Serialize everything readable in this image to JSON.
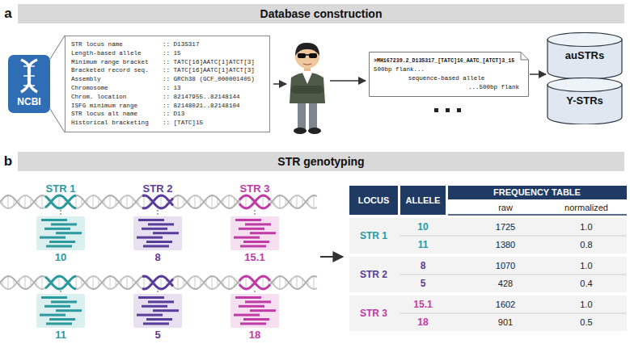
{
  "diagram": {
    "nodes": [
      {
        "text": [
          "Database construction"
        ]
      },
      {
        "text": [
          "NCBI"
        ]
      },
      {
        "text": [
          "STR locus name",
          ":: D13S317",
          "Length-based allele",
          ":: 15",
          "Minimum range bracket",
          ":: TATC[16]AATC[1]ATCT[3]",
          "Bracketed record seq.",
          ":: TATC[16]AATC[1]ATCT[3]",
          "Assembly",
          ":: GRCh38 (GCF_000001405)",
          "Chromosome",
          ":: 13",
          "Chrom. location",
          ":: 82147955..82148144",
          "ISFG minimum range",
          ":: 82148021..82148104",
          "STR locus alt name",
          ":: D13",
          "Historical bracketing",
          ":: [TATC]15"
        ]
      },
      {
        "text": [
          ">MH167239.2_D13S317_[TATC]16_AATC_[ATCT]3_15",
          "500bp flank...",
          "sequence-based allele",
          "...500bp flank"
        ]
      },
      {
        "text": [
          "auSTRs"
        ]
      },
      {
        "text": [
          "Y-STRs"
        ]
      },
      {
        "text": [
          "STR genotyping"
        ]
      },
      {
        "text": [
          "10"
        ]
      },
      {
        "text": [
          "8"
        ]
      },
      {
        "text": [
          "15.1"
        ]
      },
      {
        "text": [
          "11"
        ]
      },
      {
        "text": [
          "5"
        ]
      },
      {
        "text": [
          "18"
        ]
      }
    ],
    "edges": [
      {
        "from": 1,
        "to": 2,
        "arrow": "none"
      },
      {
        "from": 3,
        "to": 4,
        "arrow": "to"
      }
    ],
    "labels": [
      "a",
      "b",
      "STR 1",
      "STR 2",
      "STR 3",
      "LOCUS",
      "ALLELE",
      "FREQUENCY TABLE",
      "raw",
      "normalized",
      "STR 1",
      "10",
      "1725",
      "1.0",
      "11",
      "1380",
      "0.8",
      "STR 2",
      "8",
      "1070",
      "1.0",
      "5",
      "428",
      "0.4",
      "STR 3",
      "15.1",
      "1602",
      "1.0",
      "18",
      "901",
      "0.5"
    ]
  }
}
